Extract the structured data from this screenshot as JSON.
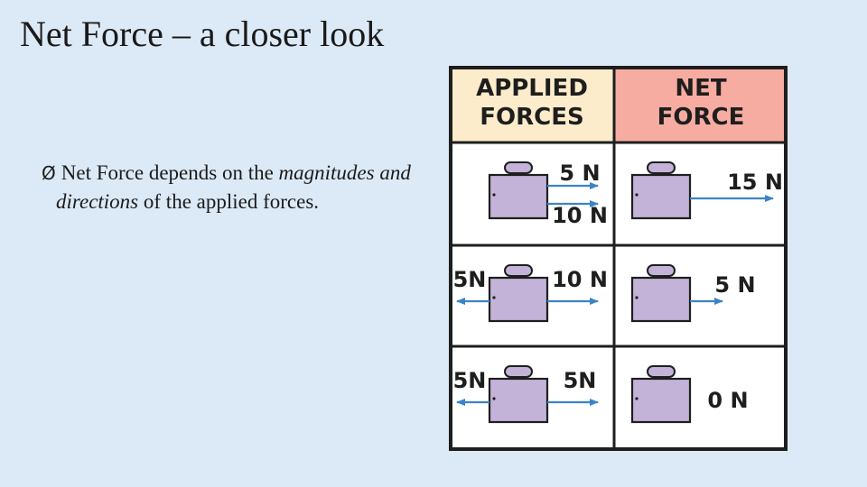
{
  "slide": {
    "title": "Net Force – a closer look",
    "bullet_marker": "Ø",
    "bullet": {
      "before": "Net Force depends on the ",
      "emphasis": "magnitudes and directions",
      "after": " of the applied forces."
    }
  },
  "table": {
    "headers": {
      "applied": [
        "APPLIED",
        "FORCES"
      ],
      "net": [
        "NET",
        "FORCE"
      ]
    },
    "colors": {
      "applied_header": "#fdeccb",
      "net_header": "#f7aca1",
      "block": "#c3b3d8",
      "arrow": "#3a84c8",
      "border": "#1e1e1e"
    },
    "rows": [
      {
        "applied": [
          {
            "label": "5 N",
            "direction": "right"
          },
          {
            "label": "10 N",
            "direction": "right"
          }
        ],
        "net": {
          "label": "15 N",
          "direction": "right"
        }
      },
      {
        "applied": [
          {
            "label": "5N",
            "direction": "left"
          },
          {
            "label": "10 N",
            "direction": "right"
          }
        ],
        "net": {
          "label": "5 N",
          "direction": "right"
        }
      },
      {
        "applied": [
          {
            "label": "5N",
            "direction": "left"
          },
          {
            "label": "5N",
            "direction": "right"
          }
        ],
        "net": {
          "label": "0 N",
          "direction": "none"
        }
      }
    ]
  }
}
